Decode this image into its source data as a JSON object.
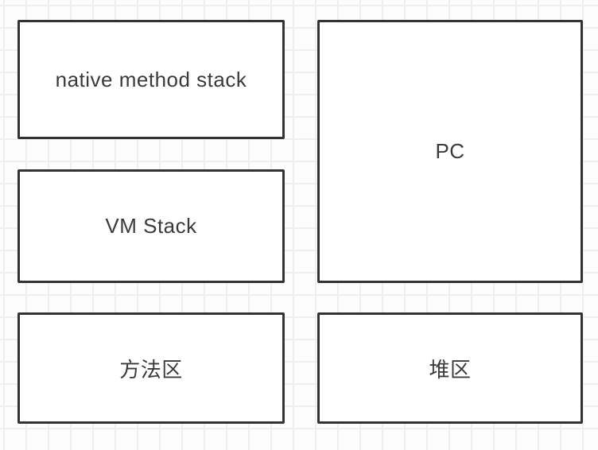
{
  "diagram": {
    "nodes": [
      {
        "id": "native-method-stack",
        "label": "native method stack"
      },
      {
        "id": "pc",
        "label": "PC"
      },
      {
        "id": "vm-stack",
        "label": "VM Stack"
      },
      {
        "id": "method-area",
        "label": "方法区"
      },
      {
        "id": "heap-area",
        "label": "堆区"
      }
    ]
  },
  "colors": {
    "node_border": "#333333",
    "node_text": "#3a3a3a",
    "node_fill": "#ffffff",
    "grid_line": "#efefef",
    "canvas_background": "#fdfdfd"
  }
}
